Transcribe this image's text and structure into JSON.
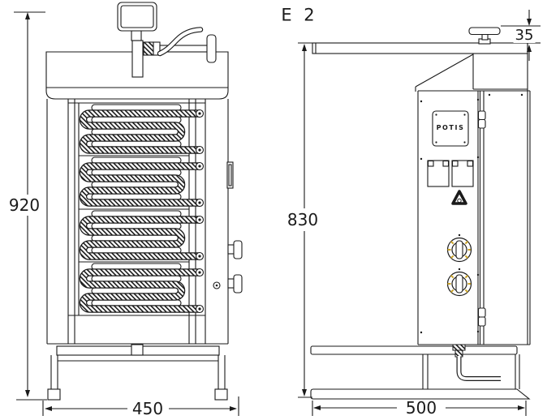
{
  "labels": {
    "title": "E 2",
    "brand_plate": "POTIS",
    "dims": {
      "front_height": "920",
      "front_width": "450",
      "side_height": "830",
      "side_depth": "500",
      "top_handle_height": "35"
    }
  },
  "features": {
    "heating_sections": 4,
    "heater_terminals_per_section": 2,
    "control_knobs": 2,
    "vent_slots": 2,
    "warning_triangle": true
  },
  "colors": {
    "line": "#1a1a1a",
    "background": "#ffffff",
    "knob_ticks": "#c9a227"
  }
}
